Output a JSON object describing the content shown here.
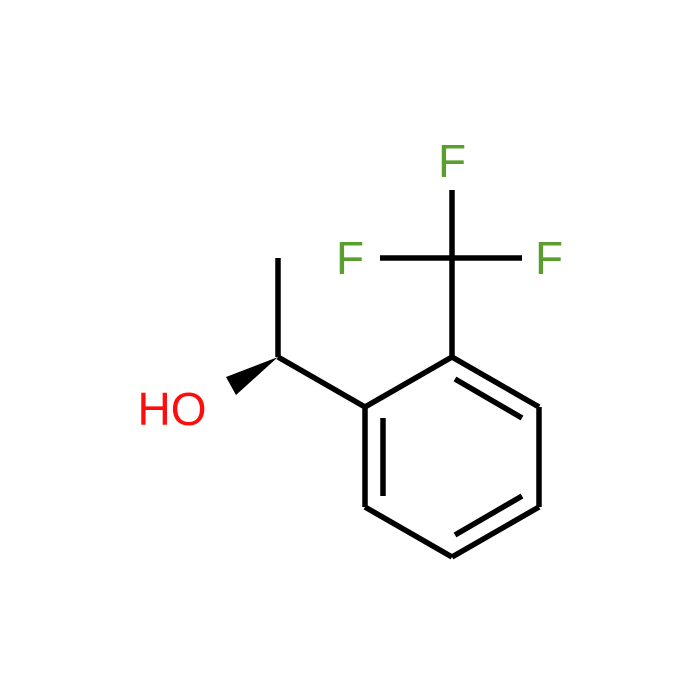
{
  "molecule": {
    "atoms": {
      "hydroxyl": {
        "label": "HO",
        "color": "#ff0d0d"
      },
      "fluorine_top": {
        "label": "F",
        "color": "#5a9e2f"
      },
      "fluorine_left": {
        "label": "F",
        "color": "#5a9e2f"
      },
      "fluorine_right": {
        "label": "F",
        "color": "#5a9e2f"
      }
    },
    "bond_color": "#000000",
    "stereo_bond": "wedge"
  }
}
